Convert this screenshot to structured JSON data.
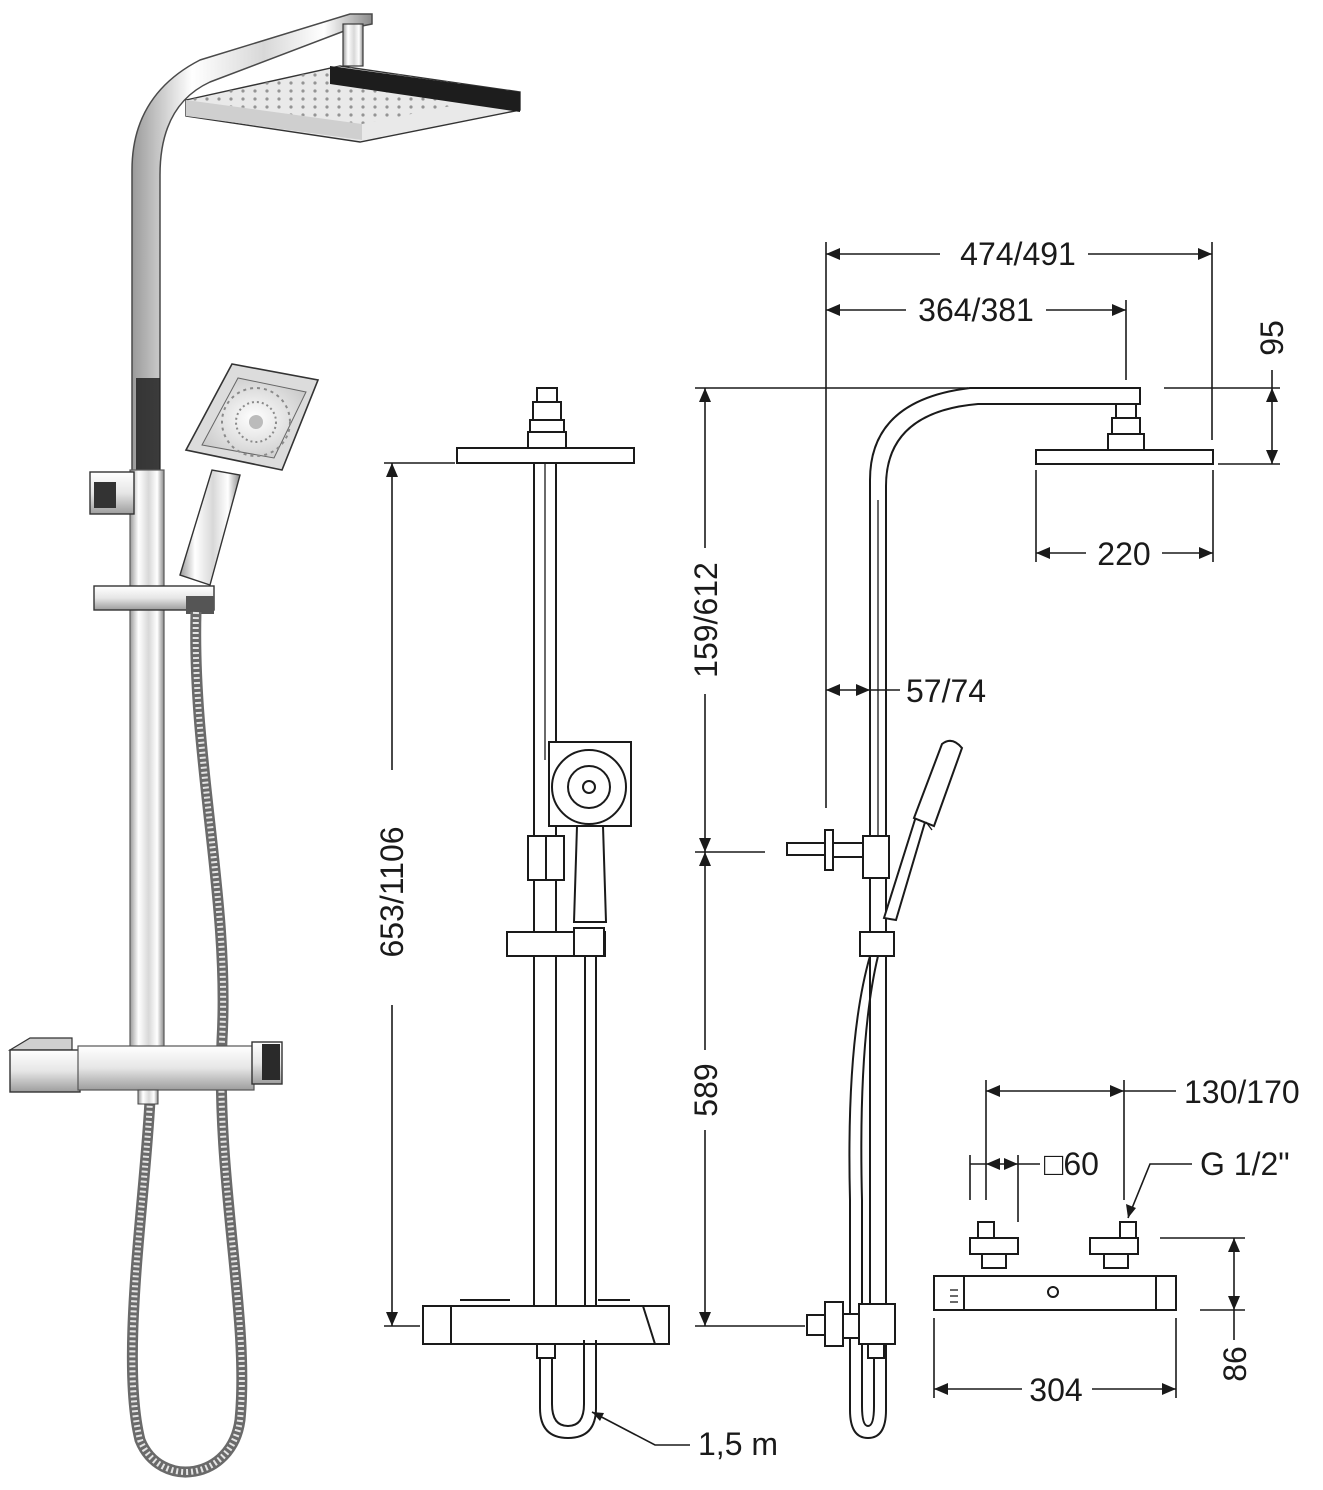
{
  "dimensions": {
    "total_width": "474/491",
    "arm_reach": "364/381",
    "head_depth": "95",
    "head_width": "220",
    "wall_offset": "57/74",
    "upper_height": "159/612",
    "overall_height": "653/1106",
    "bar_height": "589",
    "inlet_centres": "130/170",
    "eccentric_size": "□60",
    "thread": "G 1/2\"",
    "mixer_width": "304",
    "mixer_depth": "86",
    "hose_length": "1,5 m"
  },
  "colors": {
    "line": "#1a1a1a",
    "chrome_light": "#f4f4f4",
    "chrome_dark": "#2a2a2a"
  }
}
